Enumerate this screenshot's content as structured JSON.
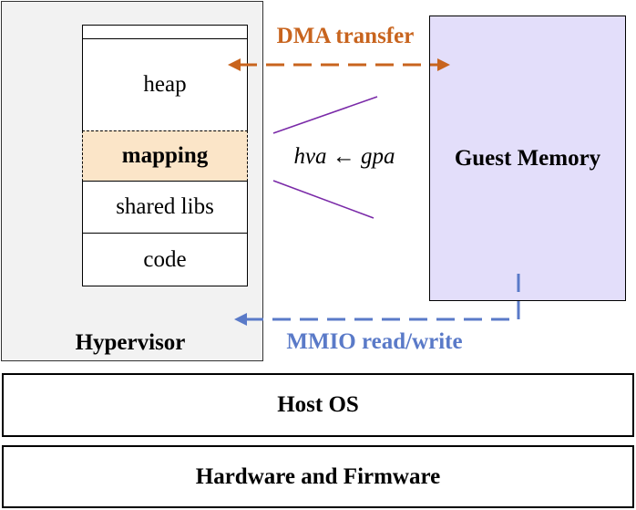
{
  "hypervisor": {
    "label": "Hypervisor",
    "segments": {
      "top": "",
      "heap": "heap",
      "mapping": "mapping",
      "shared_libs": "shared libs",
      "code": "code"
    }
  },
  "guest_memory": {
    "label": "Guest Memory"
  },
  "arrows": {
    "dma_label": "DMA transfer",
    "mmio_label": "MMIO read/write"
  },
  "mapping_formula": {
    "hva": "hva",
    "arrow": "←",
    "gpa": "gpa"
  },
  "layers": {
    "host_os": "Host OS",
    "hardware": "Hardware and Firmware"
  },
  "colors": {
    "dma": "#c8641e",
    "mmio": "#5a7ac8",
    "mapping_lines": "#7a2aa8",
    "mapping_fill": "#fbe5c8",
    "guest_fill": "#e3defa",
    "hypervisor_fill": "#f2f2f2"
  }
}
